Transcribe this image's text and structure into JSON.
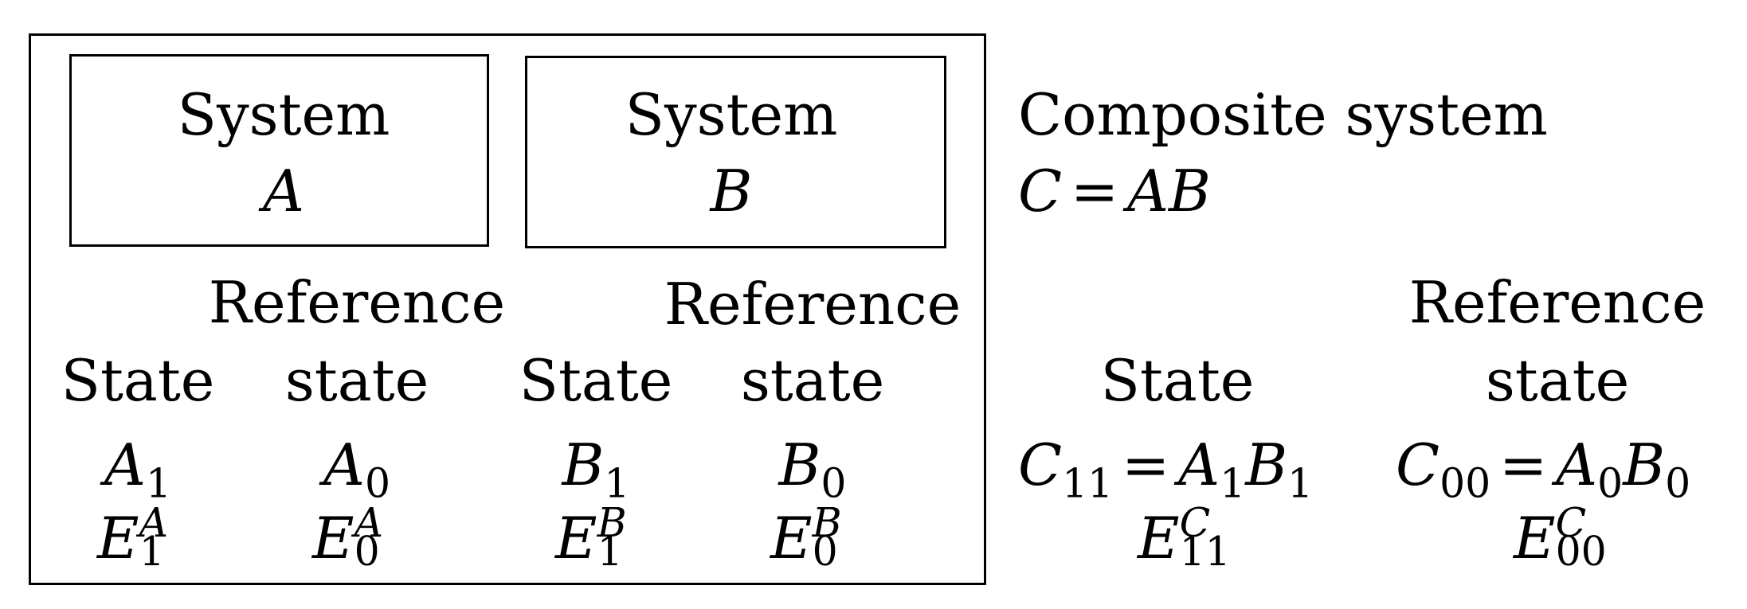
{
  "system_a": {
    "label": "System",
    "symbol": "A"
  },
  "system_b": {
    "label": "System",
    "symbol": "B"
  },
  "composite": {
    "label": "Composite system",
    "c": "C",
    "eq": "=",
    "a": "A",
    "b": "B"
  },
  "words": {
    "reference": "Reference",
    "state_cap": "State",
    "state_low": "state"
  },
  "symbols": {
    "A": "A",
    "B": "B",
    "C": "C",
    "E": "E",
    "s1": "1",
    "s0": "0",
    "s11": "11",
    "s00": "00",
    "eq": "="
  }
}
